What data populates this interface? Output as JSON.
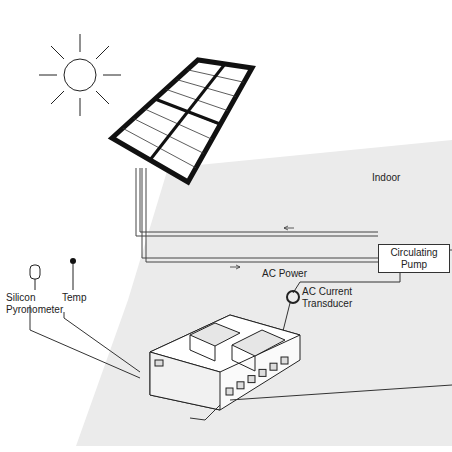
{
  "diagram": {
    "nodes": [
      {
        "text": [
          "Circulating Pump"
        ]
      }
    ],
    "labels": [
      "Indoor",
      "AC Power",
      "AC Current Transducer",
      "Temp",
      "Silicon Pyronometer"
    ]
  }
}
